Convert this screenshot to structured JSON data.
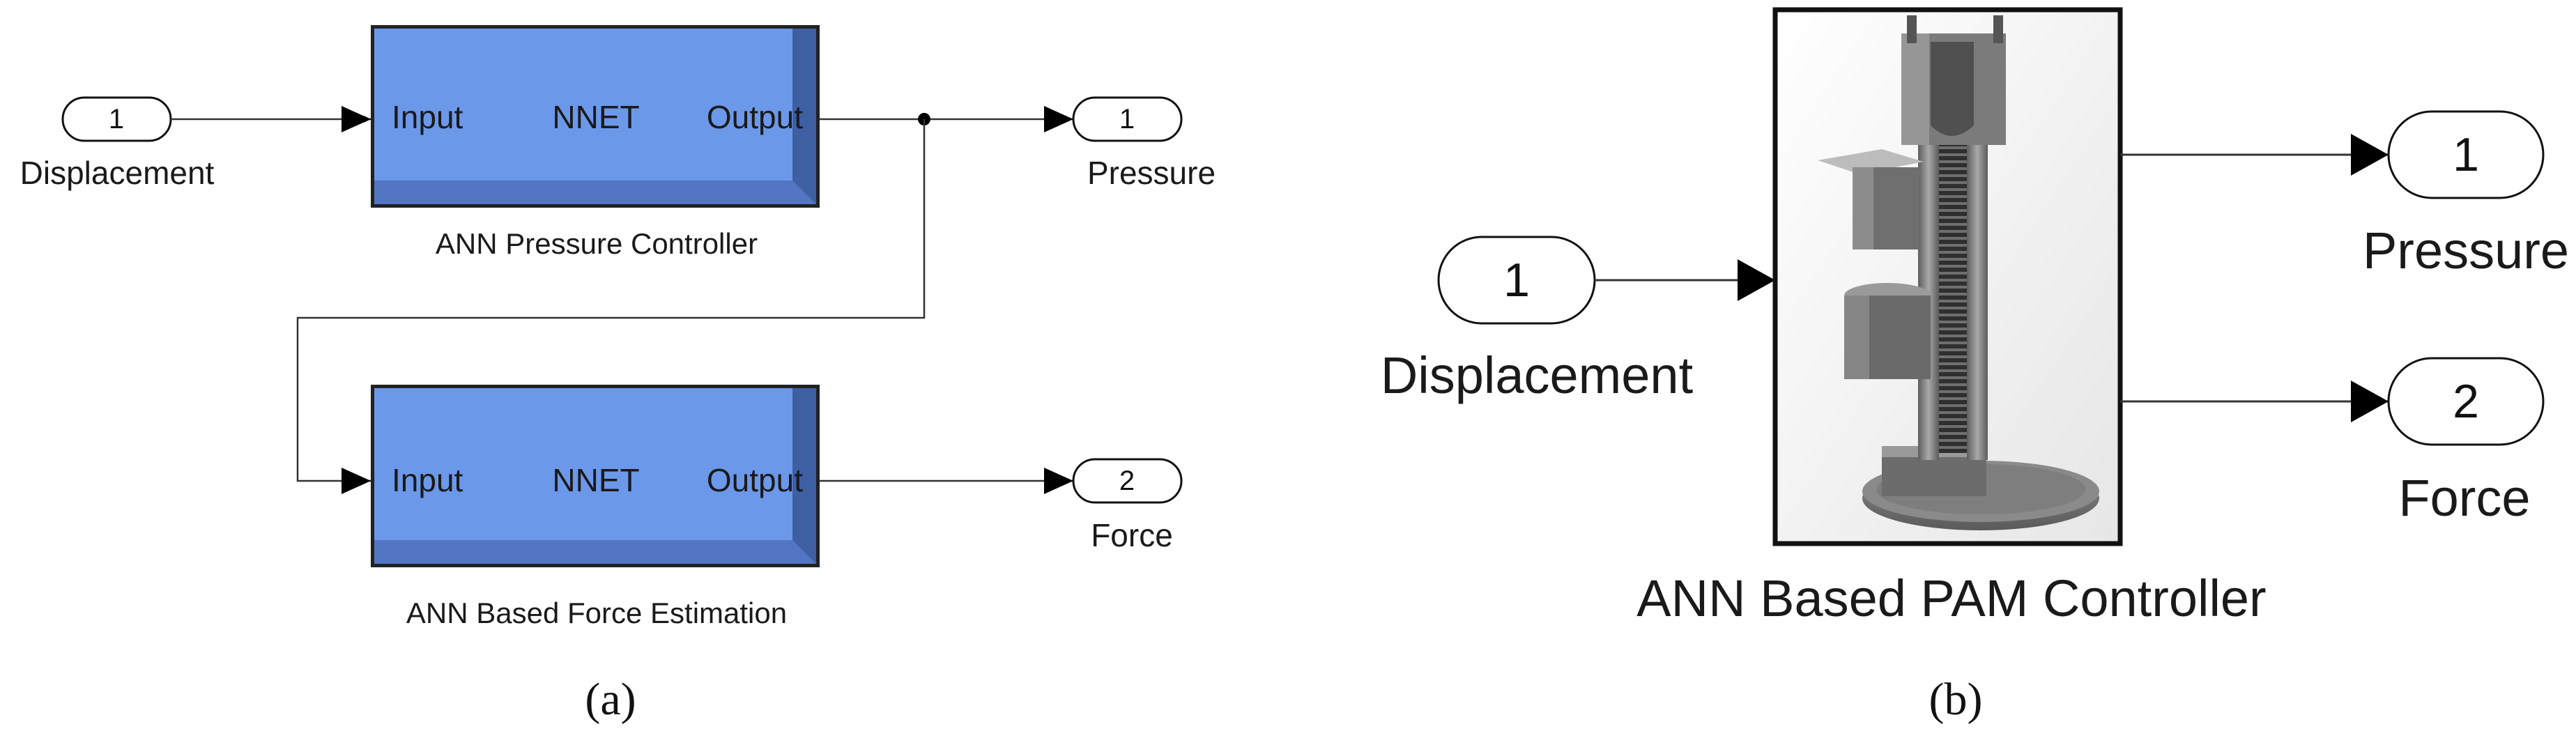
{
  "colors": {
    "block_face": "#6c98ea",
    "block_bevel": "#4a6bb5",
    "block_edge": "#222222",
    "wire": "#333333"
  },
  "panel_a": {
    "caption": "(a)",
    "inport": {
      "number": "1",
      "label": "Displacement"
    },
    "pressure_controller": {
      "input": "Input",
      "type": "NNET",
      "output": "Output",
      "name": "ANN Pressure Controller"
    },
    "force_estimation": {
      "input": "Input",
      "type": "NNET",
      "output": "Output",
      "name": "ANN Based Force Estimation"
    },
    "outport_pressure": {
      "number": "1",
      "label": "Pressure"
    },
    "outport_force": {
      "number": "2",
      "label": "Force"
    }
  },
  "panel_b": {
    "caption": "(b)",
    "inport": {
      "number": "1",
      "label": "Displacement"
    },
    "subsystem": {
      "name": "ANN Based PAM Controller",
      "image_icon": "pam-actuator-icon"
    },
    "outport_pressure": {
      "number": "1",
      "label": "Pressure"
    },
    "outport_force": {
      "number": "2",
      "label": "Force"
    }
  }
}
